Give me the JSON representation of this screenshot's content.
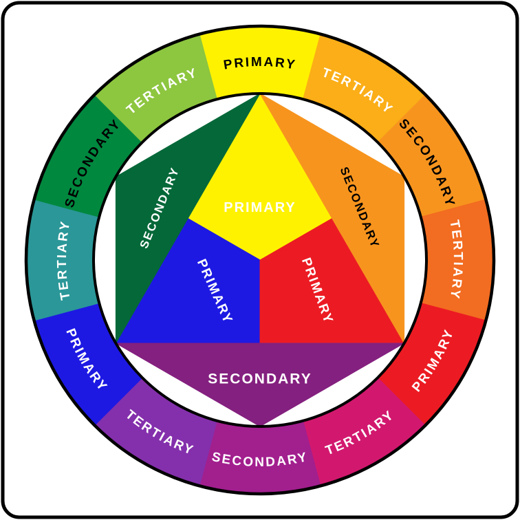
{
  "wheel": {
    "background": "#FFFFFF",
    "frame_color": "#000000",
    "ring_segments": [
      {
        "name": "yellow",
        "label": "PRIMARY",
        "color": "#FFF200",
        "text_color": "#000000",
        "center_angle": 90
      },
      {
        "name": "yellow-orange",
        "label": "TERTIARY",
        "color": "#FBAE17",
        "text_color": "#FFFFFF",
        "center_angle": 60
      },
      {
        "name": "orange",
        "label": "SECONDARY",
        "color": "#F7941E",
        "text_color": "#000000",
        "center_angle": 30
      },
      {
        "name": "red-orange",
        "label": "TERTIARY",
        "color": "#F26C21",
        "text_color": "#FFFFFF",
        "center_angle": 0
      },
      {
        "name": "red",
        "label": "PRIMARY",
        "color": "#EC1B23",
        "text_color": "#FFFFFF",
        "center_angle": 330
      },
      {
        "name": "red-violet",
        "label": "TERTIARY",
        "color": "#D2186E",
        "text_color": "#FFFFFF",
        "center_angle": 300
      },
      {
        "name": "magenta",
        "label": "SECONDARY",
        "color": "#A21F8E",
        "text_color": "#FFFFFF",
        "center_angle": 270
      },
      {
        "name": "violet",
        "label": "TERTIARY",
        "color": "#8430AC",
        "text_color": "#FFFFFF",
        "center_angle": 240
      },
      {
        "name": "blue",
        "label": "PRIMARY",
        "color": "#1D19E3",
        "text_color": "#FFFFFF",
        "center_angle": 210
      },
      {
        "name": "teal",
        "label": "TERTIARY",
        "color": "#2B9798",
        "text_color": "#FFFFFF",
        "center_angle": 180
      },
      {
        "name": "green",
        "label": "SECONDARY",
        "color": "#00883F",
        "text_color": "#000000",
        "center_angle": 150
      },
      {
        "name": "yellow-green",
        "label": "TERTIARY",
        "color": "#8DC63F",
        "text_color": "#FFFFFF",
        "center_angle": 120
      }
    ],
    "inner_shapes": [
      {
        "name": "yellow-primary",
        "label": "PRIMARY",
        "color": "#FFF200",
        "text_color": "#FFFFFF"
      },
      {
        "name": "blue-primary",
        "label": "PRIMARY",
        "color": "#1D19E3",
        "text_color": "#FFFFFF"
      },
      {
        "name": "red-primary",
        "label": "PRIMARY",
        "color": "#EC1B23",
        "text_color": "#FFFFFF"
      },
      {
        "name": "green-secondary",
        "label": "SECONDARY",
        "color": "#056839",
        "text_color": "#FFFFFF"
      },
      {
        "name": "orange-secondary",
        "label": "SECONDARY",
        "color": "#F7941E",
        "text_color": "#000000"
      },
      {
        "name": "purple-secondary",
        "label": "SECONDARY",
        "color": "#84207F",
        "text_color": "#FFFFFF"
      }
    ]
  }
}
